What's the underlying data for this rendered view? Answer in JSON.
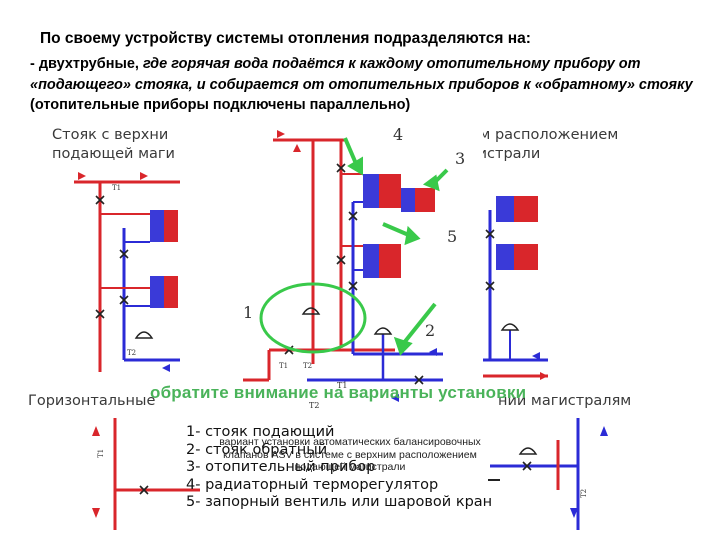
{
  "title": "По своему устройству системы отопления подразделяются на:",
  "intro": {
    "prefix": "- двухтрубные, ",
    "italic": "где горячая вода подаётся к каждому отопительному прибору от «подающего» стояка, и собирается от отопительных приборов к «обратному» стояку",
    "suffix": " (отопительные приборы подключены параллельно)"
  },
  "captions": {
    "left_line1": "Стояк с верхни",
    "left_line2": "подающей маги",
    "right_line1": "им расположением",
    "right_line2": "гистрали",
    "bottom_left": "Горизонтальные",
    "bottom_right": "нии магистралям"
  },
  "note_green": "обратите внимание на варианты установки",
  "legend": [
    "1- стояк подающий",
    "2- стояк обратный",
    "3- отопительный прибор",
    "4- радиаторный терморегулятор",
    "5- запорный вентиль или шаровой кран"
  ],
  "asv_note": "вариант установки автоматических балансировочных клапанов ASV в системе с верхним расположением подающей магистрали",
  "diagram_labels": {
    "n1": "1",
    "n2": "2",
    "n3": "3",
    "n4": "4",
    "n5": "5",
    "t1": "T1",
    "t2": "T2",
    "t1b": "T1",
    "t2b": "T2",
    "t1c": "T1",
    "t2c": "T2",
    "t1d": "T1",
    "t2d": "T2"
  },
  "colors": {
    "supply": "#d9262b",
    "return": "#2b2bd6",
    "highlight": "#39c94a",
    "note": "#4ab35a"
  }
}
